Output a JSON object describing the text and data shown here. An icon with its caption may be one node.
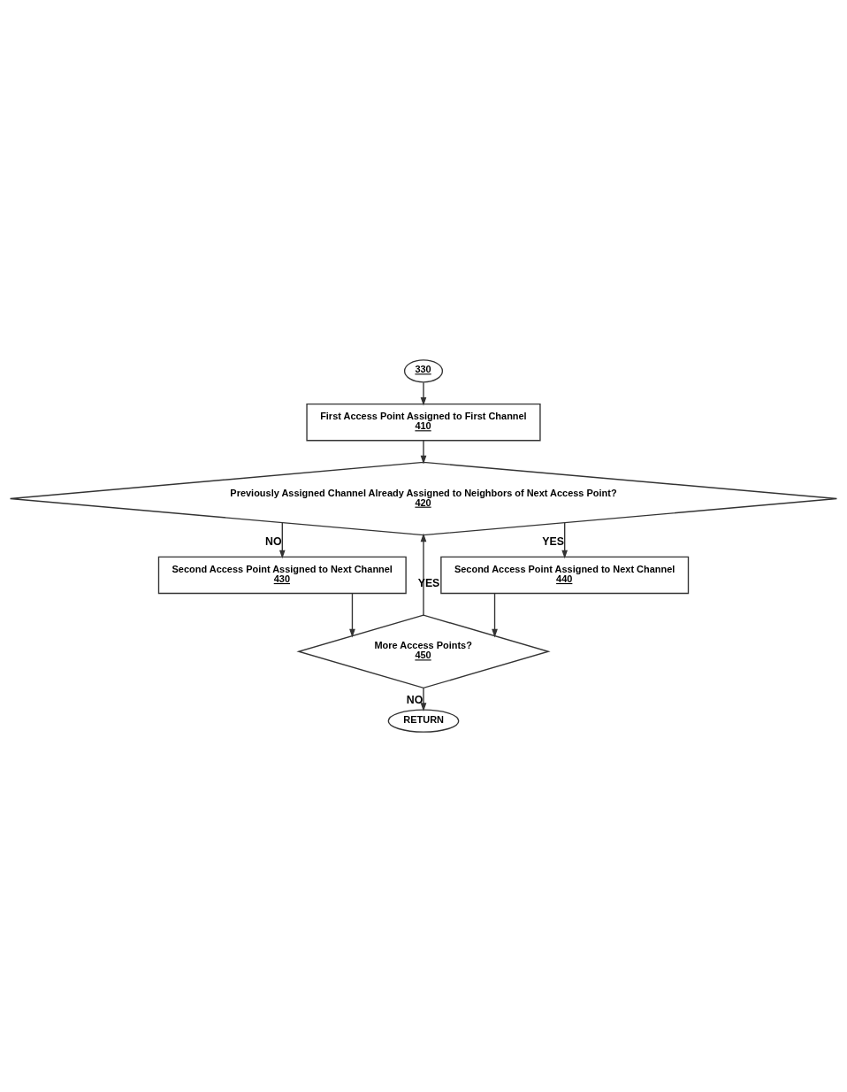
{
  "diagram": {
    "nodes": [
      {
        "text": [
          "330"
        ]
      },
      {
        "text": [
          "First Access Point Assigned to First Channel",
          "410"
        ]
      },
      {
        "text": [
          "Previously Assigned Channel Already Assigned to Neighbors of Next Access Point?",
          "420"
        ]
      },
      {
        "text": [
          "Second Access Point Assigned to Next Channel",
          "430"
        ]
      },
      {
        "text": [
          "Second Access Point Assigned to Next Channel",
          "440"
        ]
      },
      {
        "text": [
          "More Access Points?",
          "450"
        ]
      },
      {
        "text": [
          "RETURN"
        ]
      }
    ],
    "edges": [
      {
        "from": 0,
        "to": 1,
        "arrow": "to"
      },
      {
        "from": 1,
        "to": 2,
        "arrow": "to"
      },
      {
        "from": 2,
        "to": 3,
        "arrow": "to",
        "label": "NO"
      },
      {
        "from": 2,
        "to": 4,
        "arrow": "to",
        "label": "YES"
      },
      {
        "from": 3,
        "to": 5,
        "arrow": "to"
      },
      {
        "from": 4,
        "to": 5,
        "arrow": "to"
      },
      {
        "from": 5,
        "to": 2,
        "arrow": "to",
        "label": "YES"
      },
      {
        "from": 5,
        "to": 6,
        "arrow": "to",
        "label": "NO"
      }
    ]
  }
}
